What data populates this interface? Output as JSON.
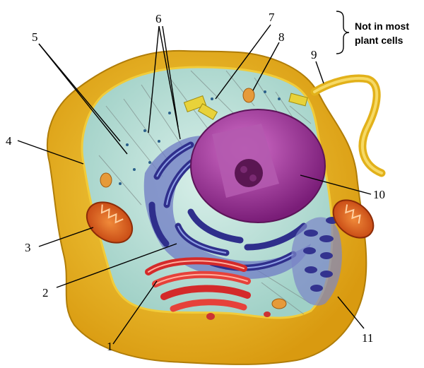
{
  "labels": {
    "l1": "1",
    "l2": "2",
    "l3": "3",
    "l4": "4",
    "l5": "5",
    "l6": "6",
    "l7": "7",
    "l8": "8",
    "l9": "9",
    "l10": "10",
    "l11": "11"
  },
  "note": {
    "line1": "Not in most",
    "line2": "plant cells"
  },
  "colors": {
    "membrane": "#e8b81e",
    "cytoplasm": "#bfe3dc",
    "nucleus": "#a6319e",
    "er": "#3a3a9e",
    "golgi": "#d92f2f",
    "mitochondria": "#d9541f"
  }
}
